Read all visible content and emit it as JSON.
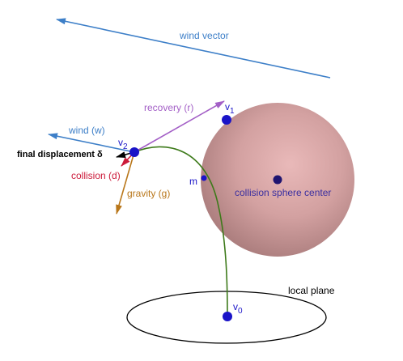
{
  "labels": {
    "wind_vector": "wind vector",
    "recovery": "recovery (r)",
    "wind": "wind (w)",
    "final_displacement": "final displacement δ",
    "collision": "collision (d)",
    "gravity": "gravity (g)",
    "v2_base": "v",
    "v2_sub": "2",
    "v1_base": "v",
    "v1_sub": "1",
    "v0_base": "v",
    "v0_sub": "0",
    "m": "m",
    "sphere_center": "collision sphere center",
    "local_plane": "local plane"
  },
  "colors": {
    "wind": "#3d7fc8",
    "recovery": "#a35fc6",
    "collision": "#cc1a3a",
    "gravity": "#b9771b",
    "final_displacement": "#000000",
    "curve": "#3d7a1a",
    "vertex": "#1a14c8",
    "sphere": "#c99595",
    "sphere_label": "#3a2fa0",
    "plane": "#000000"
  }
}
